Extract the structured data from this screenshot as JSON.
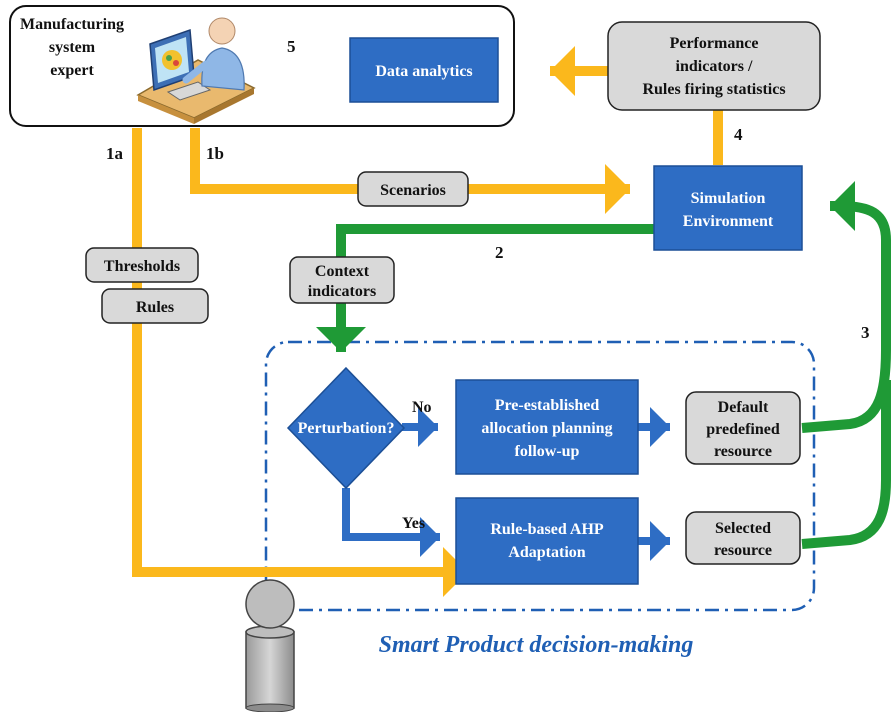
{
  "colors": {
    "blue": "#2e6dc4",
    "orange": "#fbb81c",
    "green": "#1f9a36",
    "grey_box": "#d9d9d9",
    "title": "#1f5fb4"
  },
  "expert": {
    "line1": "Manufacturing",
    "line2": "system",
    "line3": "expert",
    "icon": "person-at-computer-icon"
  },
  "data_analytics": "Data analytics",
  "performance": {
    "line1": "Performance",
    "line2": "indicators /",
    "line3": "Rules firing statistics"
  },
  "simulation": {
    "line1": "Simulation",
    "line2": "Environment"
  },
  "scenarios": "Scenarios",
  "thresholds": "Thresholds",
  "rules": "Rules",
  "context": {
    "line1": "Context",
    "line2": "indicators"
  },
  "perturbation": "Perturbation?",
  "no_label": "No",
  "yes_label": "Yes",
  "preestablished": {
    "line1": "Pre-established",
    "line2": "allocation planning",
    "line3": "follow-up"
  },
  "default_resource": {
    "line1": "Default",
    "line2": "predefined",
    "line3": "resource"
  },
  "rule_based": {
    "line1": "Rule-based AHP",
    "line2": "Adaptation"
  },
  "selected_resource": {
    "line1": "Selected",
    "line2": "resource"
  },
  "smart_product_title": "Smart Product decision-making",
  "smart_product_icon": "smart-product-cylinder-icon",
  "flow_numbers": {
    "n1a": "1a",
    "n1b": "1b",
    "n2": "2",
    "n3": "3",
    "n4": "4",
    "n5": "5"
  }
}
